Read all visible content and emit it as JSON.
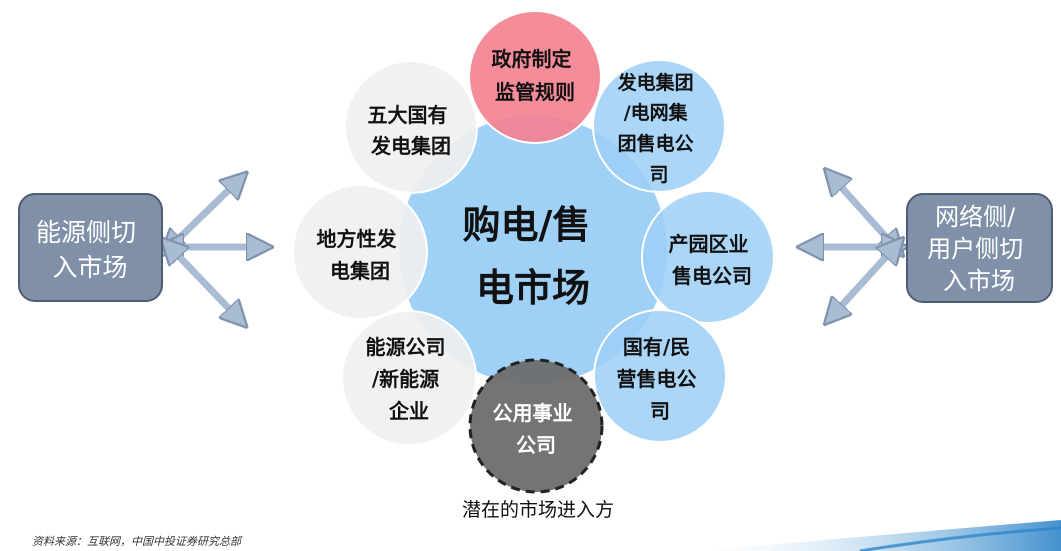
{
  "center": {
    "lines": [
      "购电/售",
      "电市场"
    ]
  },
  "left_box": {
    "lines": [
      "能源侧切",
      "入市场"
    ]
  },
  "right_box": {
    "lines": [
      "网络侧/",
      "用户侧切",
      "入市场"
    ]
  },
  "satellites": {
    "gov": {
      "lines": [
        "政府制定",
        "监管规则"
      ]
    },
    "five": {
      "lines": [
        "五大国有",
        "发电集团"
      ]
    },
    "local": {
      "lines": [
        "地方性发",
        "电集团"
      ]
    },
    "energy": {
      "lines": [
        "能源公司",
        "/新能源",
        "企业"
      ]
    },
    "utility": {
      "lines": [
        "公用事业",
        "公司"
      ]
    },
    "gen_grid": {
      "lines": [
        "发电集团",
        "/电网集",
        "团售电公",
        "司"
      ]
    },
    "park": {
      "lines": [
        "产园区业",
        "售电公司"
      ]
    },
    "state_private": {
      "lines": [
        "国有/民",
        "营售电公",
        "司"
      ]
    }
  },
  "caption": "潜在的市场进入方",
  "source": "资料来源：互联网，中国中投证券研究总部",
  "colors": {
    "center_fill": "#9fd1f7",
    "gray_circle": "#f0f0f0",
    "blue_circle": "#9ccff7",
    "red_circle": "#f47f8e",
    "dark_circle": "#6d6d6d",
    "side_box": "#8090a8",
    "arrow": "#a9bcd4"
  }
}
